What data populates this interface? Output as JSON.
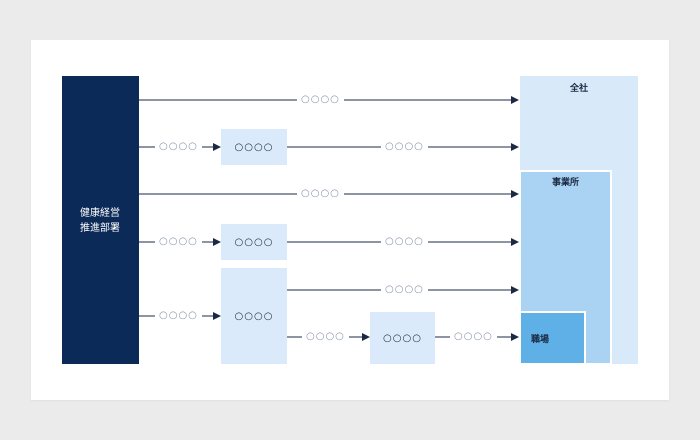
{
  "department": {
    "line1": "健康経営",
    "line2": "推進部署"
  },
  "targets": {
    "company": "全社",
    "office": "事業所",
    "workplace": "職場"
  },
  "placeholder_short": "○○○○",
  "boxes": {
    "box1": "○○○○",
    "box2": "○○○○",
    "box3": "○○○○",
    "box4": "○○○○"
  },
  "edges": {
    "e1": "○○○○",
    "e2a": "○○○○",
    "e2b": "○○○○",
    "e3": "○○○○",
    "e4a": "○○○○",
    "e4b": "○○○○",
    "e5a": "○○○○",
    "e5b": "○○○○",
    "e6a": "○○○○",
    "e6b": "○○○○"
  },
  "colors": {
    "department": "#0b2a57",
    "company": "#d8eafa",
    "office": "#a9d2f3",
    "workplace": "#5fb0e6",
    "box": "#dbeafa",
    "arrow": "#1b2a44"
  }
}
